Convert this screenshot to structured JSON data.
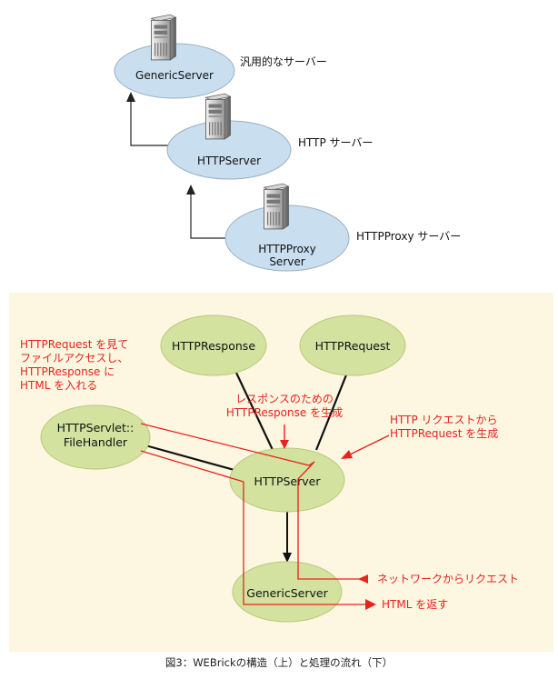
{
  "hierarchy": {
    "generic_server": {
      "label": "GenericServer",
      "description": "汎用的なサーバー"
    },
    "http_server": {
      "label": "HTTPServer",
      "description": "HTTP サーバー"
    },
    "http_proxy_server": {
      "label_line1": "HTTPProxy",
      "label_line2": "Server",
      "description": "HTTPProxy サーバー"
    }
  },
  "flow": {
    "nodes": {
      "http_response": "HTTPResponse",
      "http_request": "HTTPRequest",
      "file_handler_line1": "HTTPServlet::",
      "file_handler_line2": "FileHandler",
      "http_server": "HTTPServer",
      "generic_server": "GenericServer"
    },
    "annotations": {
      "servlet_note": [
        "HTTPRequest を見て",
        "ファイルアクセスし、",
        "HTTPResponse に",
        "HTML を入れる"
      ],
      "response_note": [
        "レスポンスのための",
        "HTTPResponse を生成"
      ],
      "request_note": [
        "HTTP リクエストから",
        "HTTPRequest を生成"
      ],
      "network_request": "ネットワークからリクエスト",
      "return_html": "HTML を返す"
    },
    "colors": {
      "panel_background": "#fdf6e1",
      "node_fill": "#d3e29e",
      "annotation": "#e8231e",
      "server_ellipse": "#c9dff0"
    }
  },
  "caption": "図3：WEBrickの構造（上）と処理の流れ（下）"
}
